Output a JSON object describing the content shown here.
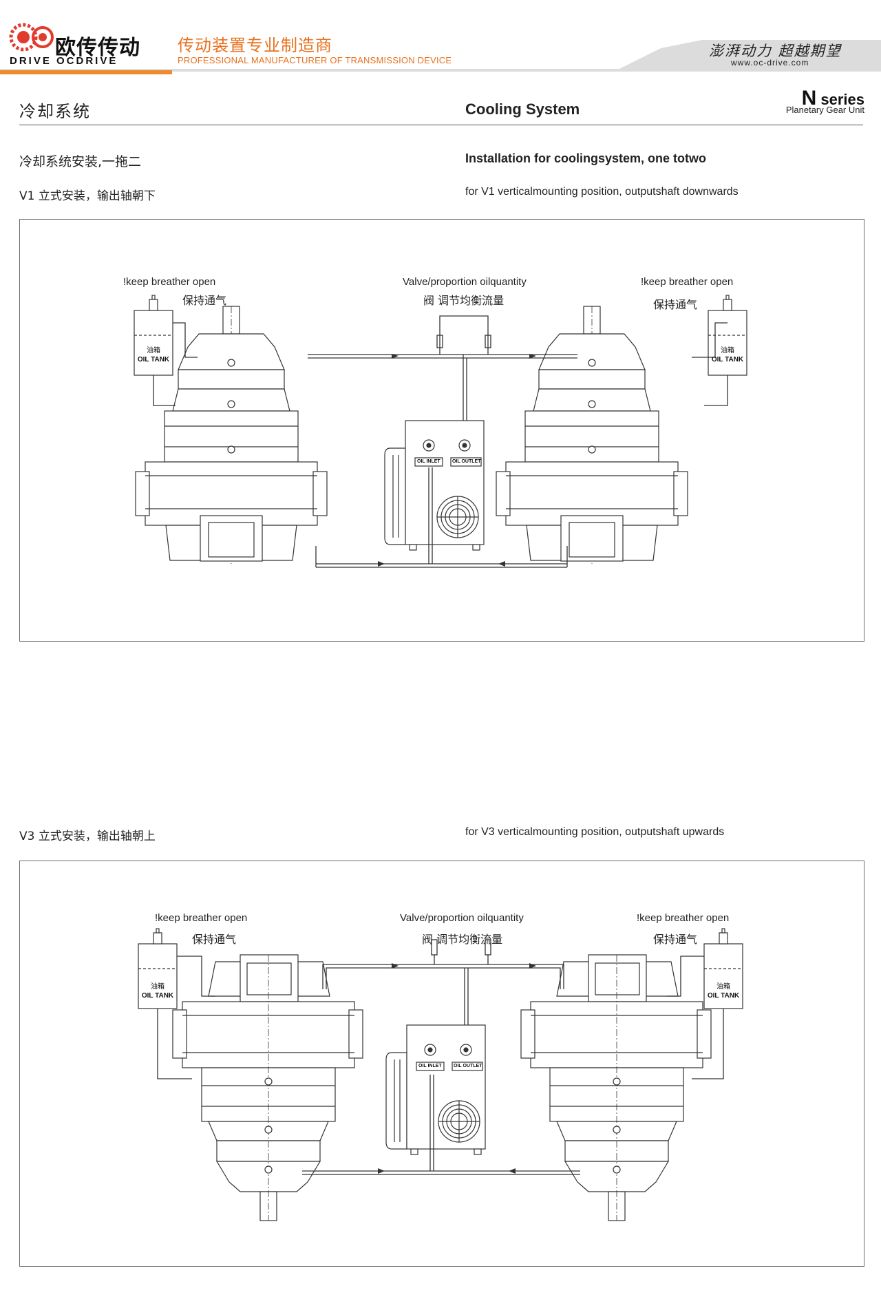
{
  "header": {
    "logo_cn": "欧传传动",
    "logo_en": "DRIVE OCDRIVE",
    "tagline_cn": "传动装置专业制造商",
    "tagline_en": "PROFESSIONAL MANUFACTURER OF TRANSMISSION DEVICE",
    "slogan": "澎湃动力 超越期望",
    "website": "www.oc-drive.com",
    "colors": {
      "accent": "#e8711e",
      "grey_band": "#dcdcdc",
      "orange_band": "#ef8a2e"
    }
  },
  "section": {
    "title_cn": "冷却系统",
    "title_en": "Cooling System",
    "series_letter": "N",
    "series_word": "series",
    "series_sub": "Planetary Gear Unit"
  },
  "intro": {
    "sub_cn": "冷却系统安装,一拖二",
    "sub_en": "Installation for coolingsystem, one totwo"
  },
  "v1": {
    "caption_cn": "V1 立式安装，输出轴朝下",
    "caption_en": "for V1 verticalmounting position, outputshaft downwards",
    "breather_en_left": "!keep breather open",
    "breather_cn_left": "保持通气",
    "breather_en_right": "!keep breather open",
    "breather_cn_right": "保持通气",
    "valve_en": "Valve/proportion oilquantity",
    "valve_cn": "阀 调节均衡流量",
    "tank_cn": "油箱",
    "tank_en": "OIL TANK",
    "oil_inlet": "OIL INLET",
    "oil_outlet": "OIL OUTLET"
  },
  "v3": {
    "caption_cn": "V3 立式安装，输出轴朝上",
    "caption_en": "for V3 verticalmounting position, outputshaft upwards",
    "breather_en_left": "!keep breather open",
    "breather_cn_left": "保持通气",
    "breather_en_right": "!keep breather open",
    "breather_cn_right": "保持通气",
    "valve_en": "Valve/proportion oilquantity",
    "valve_cn": "阀 调节均衡流量",
    "tank_cn": "油箱",
    "tank_en": "OIL TANK",
    "oil_inlet": "OIL INLET",
    "oil_outlet": "OIL OUTLET"
  }
}
